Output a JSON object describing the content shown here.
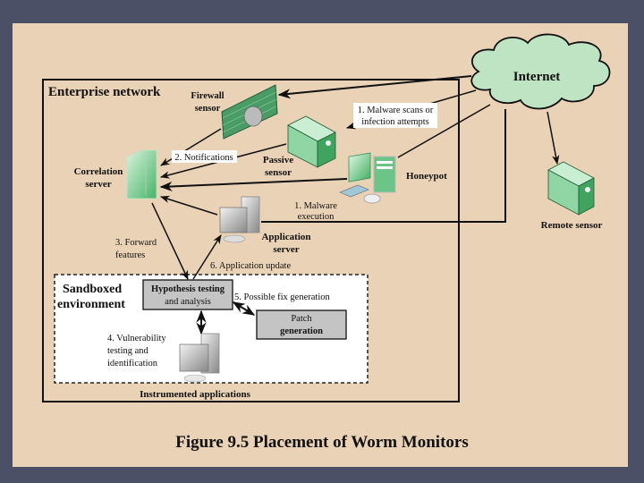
{
  "figure": {
    "caption": "Figure 9.5  Placement of Worm Monitors"
  },
  "regions": {
    "enterprise": "Enterprise network",
    "sandbox_line1": "Sandboxed",
    "sandbox_line2": "environment",
    "instrumented": "Instrumented applications"
  },
  "nodes": {
    "internet": "Internet",
    "firewall_line1": "Firewall",
    "firewall_line2": "sensor",
    "passive_line1": "Passive",
    "passive_line2": "sensor",
    "honeypot": "Honeypot",
    "remote_sensor": "Remote sensor",
    "correlation_line1": "Correlation",
    "correlation_line2": "server",
    "appserver_line1": "Application",
    "appserver_line2": "server",
    "hypothesis_line1": "Hypothesis testing",
    "hypothesis_line2": "and analysis",
    "patch_line1": "Patch",
    "patch_line2": "generation"
  },
  "steps": {
    "s1a_line1": "1. Malware scans or",
    "s1a_line2": "infection attempts",
    "s1b_line1": "1. Malware",
    "s1b_line2": "execution",
    "s2": "2. Notifications",
    "s3_line1": "3. Forward",
    "s3_line2": "features",
    "s4_line1": "4. Vulnerability",
    "s4_line2": "testing and",
    "s4_line3": "identification",
    "s5": "5. Possible fix generation",
    "s6": "6. Application update"
  },
  "colors": {
    "background": "#4b5066",
    "panel": "#ead2b6",
    "cloud": "#bfe4c4",
    "device_green": "#7cc994",
    "box_gray": "#c4c4c4"
  }
}
